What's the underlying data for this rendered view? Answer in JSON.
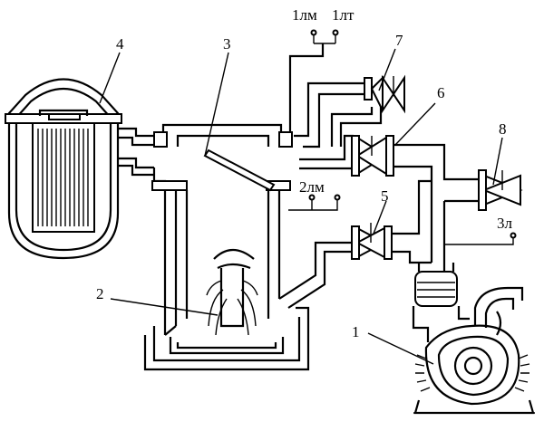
{
  "labels": {
    "n1": "1",
    "n2": "2",
    "n3": "3",
    "n4": "4",
    "n5": "5",
    "n6": "6",
    "n7": "7",
    "n8": "8",
    "t1lm": "1лм",
    "t1lt": "1лт",
    "t2lm": "2лм",
    "t3l": "3л"
  }
}
